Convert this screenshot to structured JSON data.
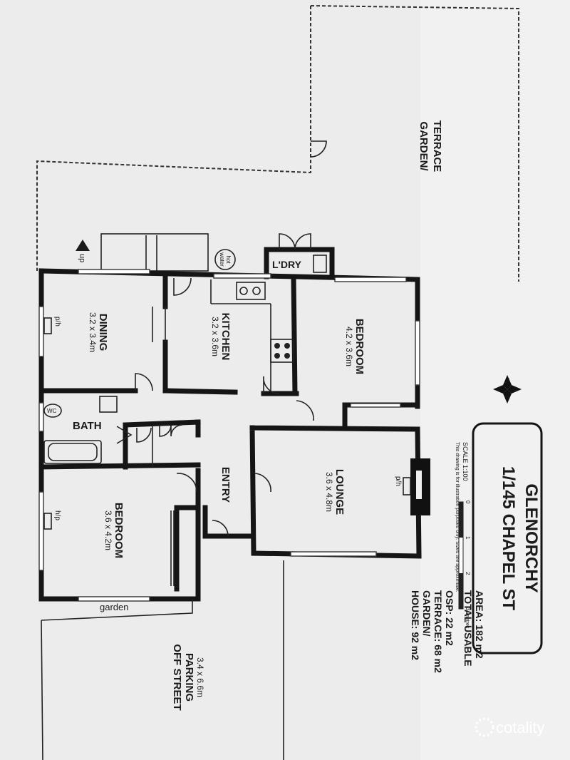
{
  "title": {
    "line1": "1/145 CHAPEL ST",
    "line2": "GLENORCHY"
  },
  "scale": {
    "label": "SCALE 1:100",
    "note": "This drawing is for illustration purposes only. Sizes are approximate.",
    "ticks": [
      "0",
      "1",
      "2",
      "3"
    ],
    "unit": "metres"
  },
  "areas": {
    "line1": "HOUSE: 92 m2",
    "line2": "GARDEN/",
    "line3": "TERRACE: 68 m2",
    "line4": "OSP: 22 m2",
    "line5": "TOTAL USABLE",
    "line6": "AREA: 182 m2"
  },
  "compass": {
    "n": "N",
    "e": "E",
    "s": "S",
    "w": "W"
  },
  "rooms": {
    "garden_terrace_1": "GARDEN/",
    "garden_terrace_2": "TERRACE",
    "laundry": "L'DRY",
    "hot_water_1": "hot",
    "hot_water_2": "water",
    "up": "up",
    "dining": {
      "name": "DINING",
      "size": "3.2 x 3.4m"
    },
    "kitchen": {
      "name": "KITCHEN",
      "size": "3.2 x 3.6m"
    },
    "bedroom1": {
      "name": "BEDROOM",
      "size": "4.2 x 3.6m"
    },
    "bath": "BATH",
    "wc": "WC",
    "entry": "ENTRY",
    "lounge": {
      "name": "LOUNGE",
      "size": "3.6 x 4.8m"
    },
    "bedroom2": {
      "name": "BEDROOM",
      "size": "3.6 x 4.2m"
    },
    "garden": "garden",
    "parking": {
      "line1": "OFF STREET",
      "line2": "PARKING",
      "size": "3.4 x 6.6m"
    },
    "ph_dining": "p/h",
    "ph_lounge": "p/h",
    "hp_bedroom": "h/p"
  },
  "watermark": "cotality"
}
